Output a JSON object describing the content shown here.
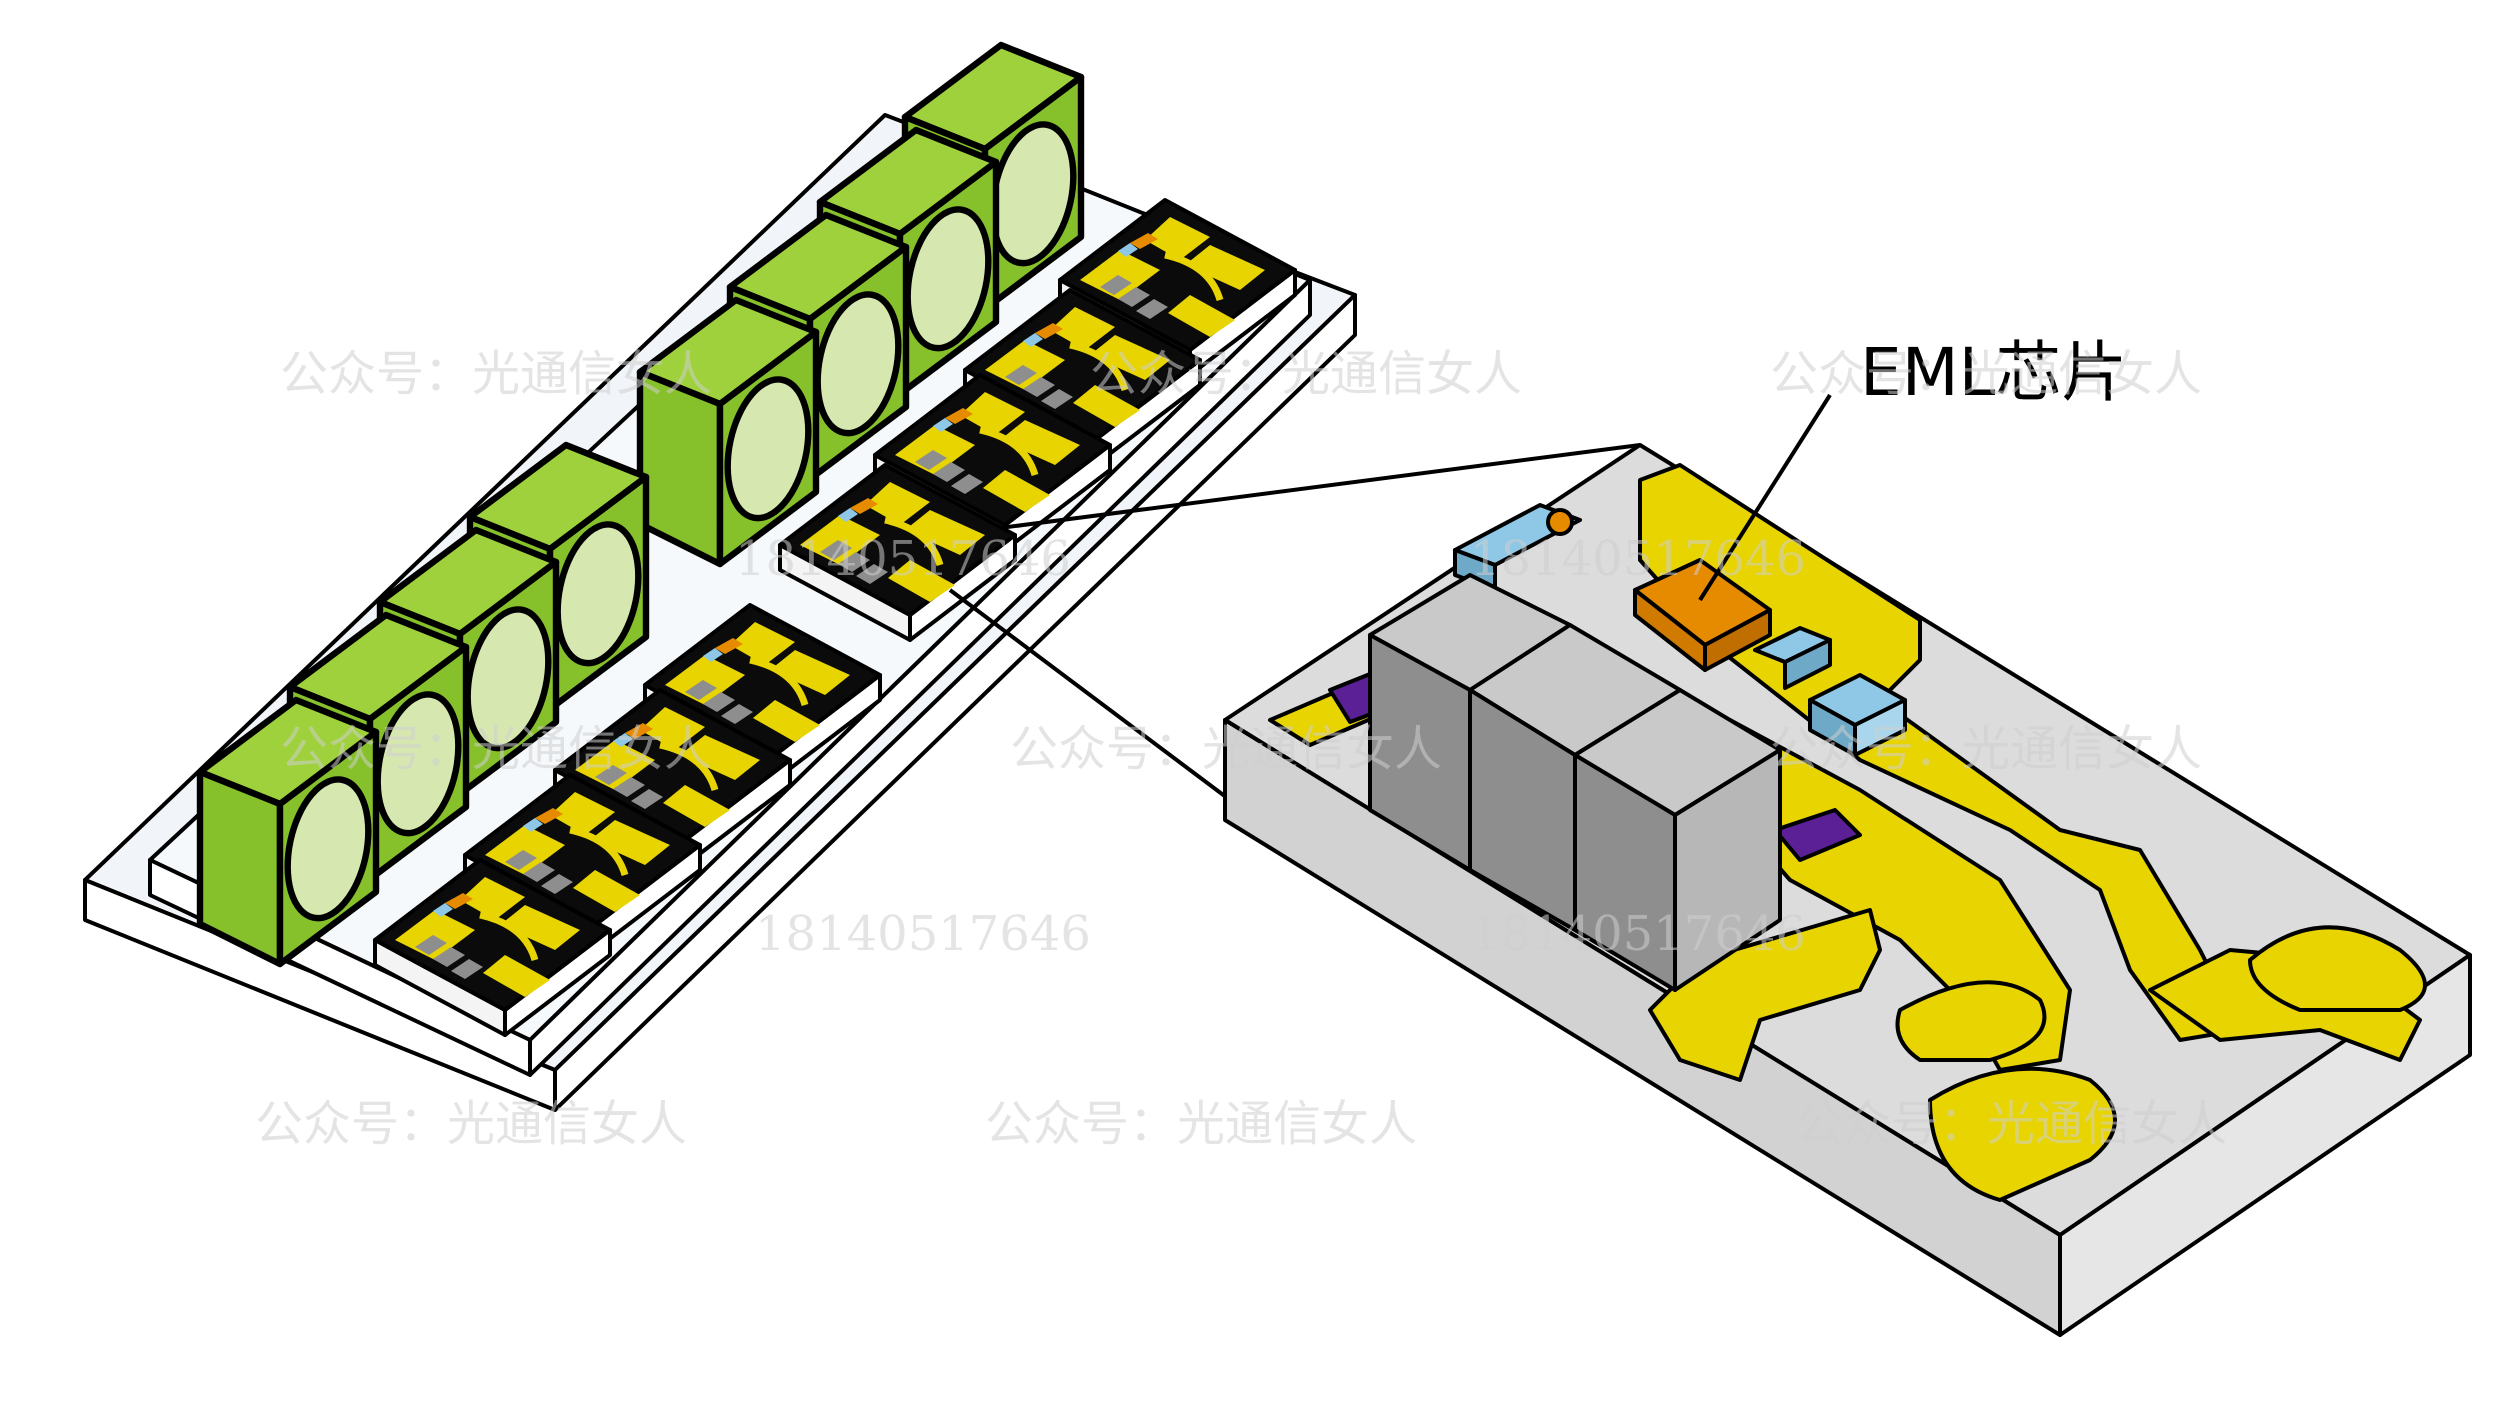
{
  "callout": {
    "label": "EML芯片"
  },
  "watermarks": {
    "account": "公众号：光通信女人",
    "phone": "18140517646"
  },
  "colors": {
    "lens_green": "#86c02a",
    "lens_face": "#d6e8b0",
    "gold_pad": "#e8d400",
    "chip_orange": "#e68a00",
    "chip_blue": "#8ec8e6",
    "purple": "#5b1f96",
    "cube_light": "#b7b7b7",
    "cube_dark": "#8e8e8e",
    "submount_gray": "#dcdcdc",
    "tray": "#f1f5fa"
  }
}
